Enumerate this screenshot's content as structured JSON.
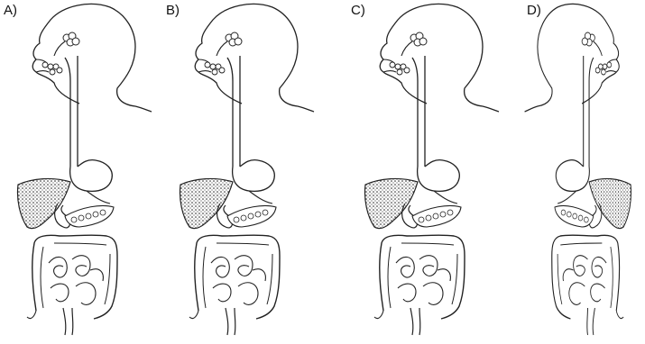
{
  "panels": [
    {
      "label": "A)",
      "mirrored": false
    },
    {
      "label": "B)",
      "mirrored": false
    },
    {
      "label": "C)",
      "mirrored": false
    },
    {
      "label": "D)",
      "mirrored": true
    }
  ]
}
